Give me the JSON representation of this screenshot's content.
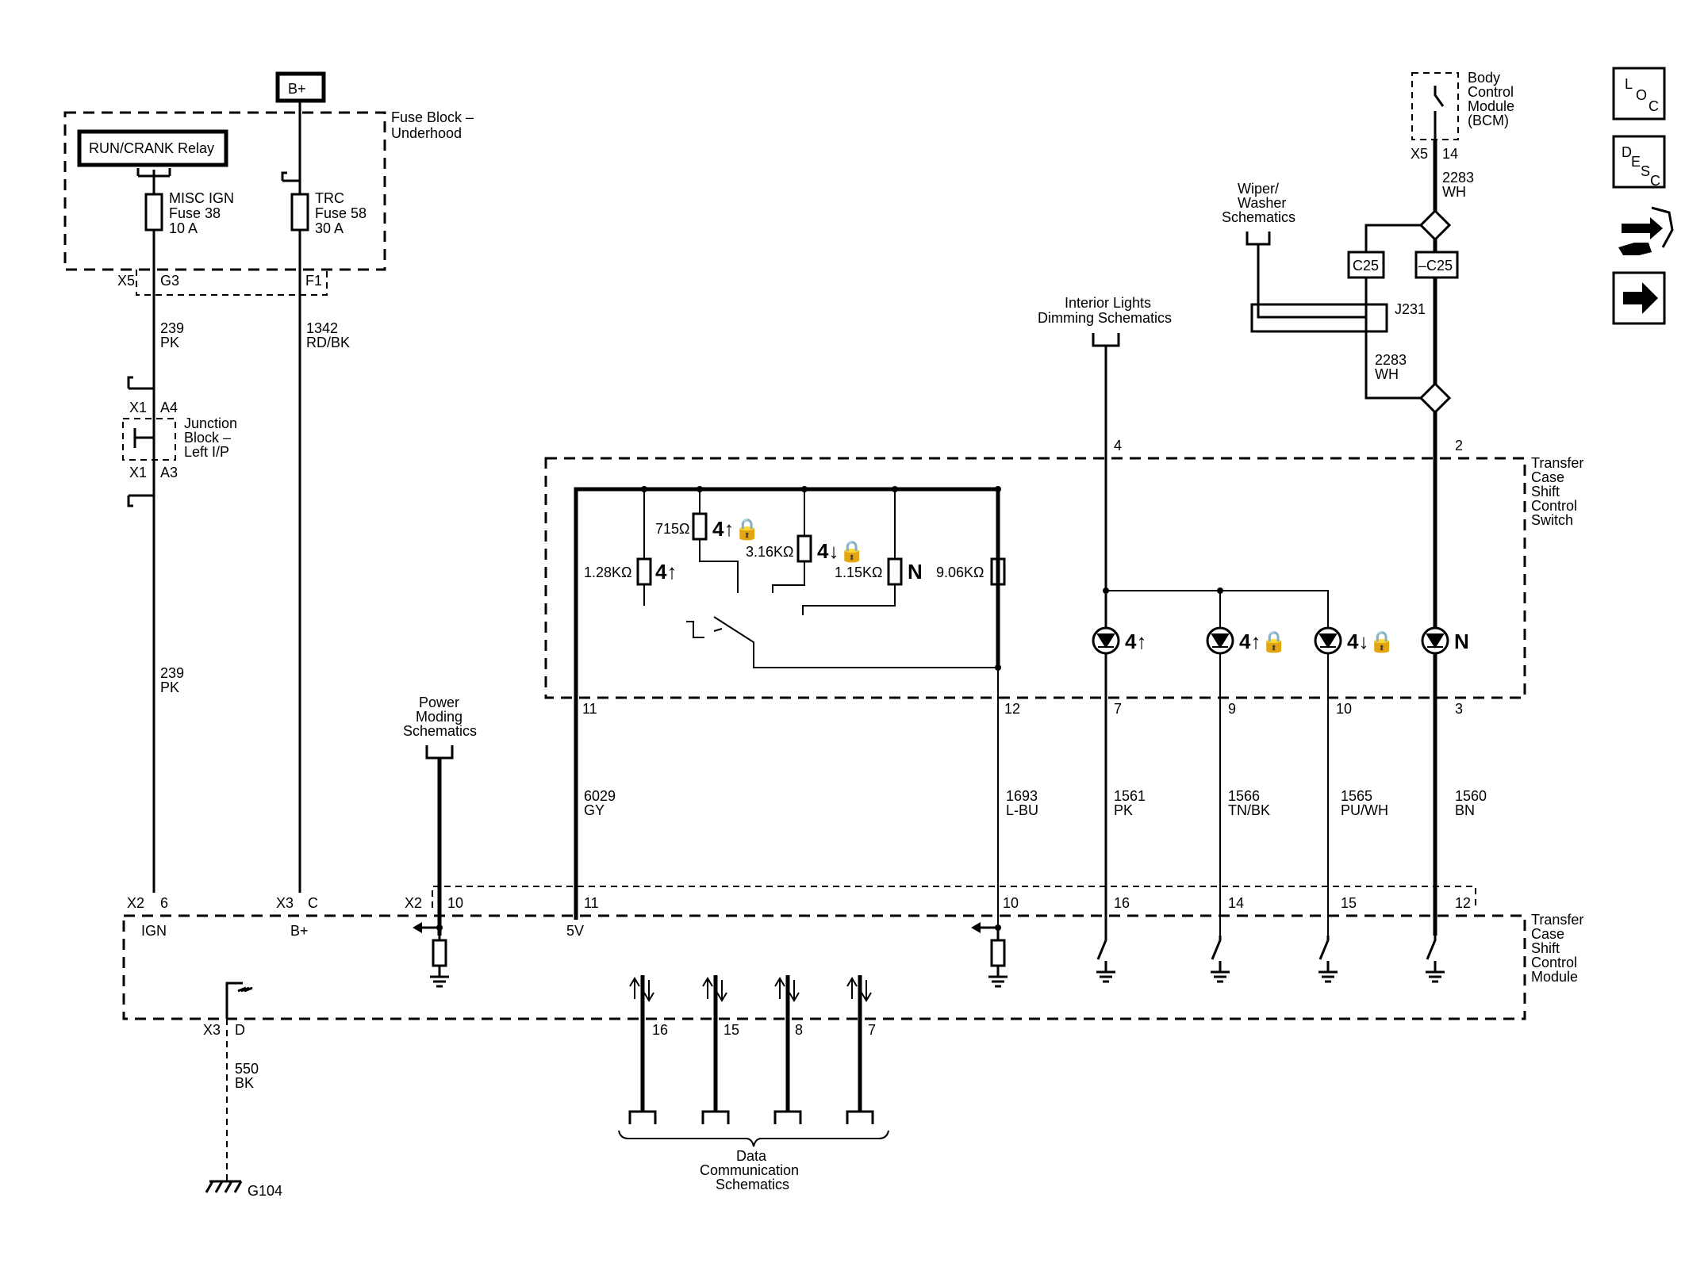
{
  "supply": {
    "bplus": "B+",
    "fuse_block": [
      "Fuse Block –",
      "Underhood"
    ],
    "relay": "RUN/CRANK Relay",
    "fuse38": [
      "MISC IGN",
      "Fuse 38",
      "10 A"
    ],
    "fuse58": [
      "TRC",
      "Fuse 58",
      "30 A"
    ],
    "x5": "X5",
    "g3": "G3",
    "f1": "F1",
    "wire239": [
      "239",
      "PK"
    ],
    "wire1342": [
      "1342",
      "RD/BK"
    ],
    "junction": [
      "Junction",
      "Block –",
      "Left I/P"
    ],
    "x1a4": "X1",
    "a4": "A4",
    "x1a3": "X1",
    "a3": "A3"
  },
  "bcm": {
    "label": [
      "Body",
      "Control",
      "Module",
      "(BCM)"
    ],
    "x5": "X5",
    "pin14": "14",
    "wire2283": [
      "2283",
      "WH"
    ],
    "wiper": [
      "Wiper/",
      "Washer",
      "Schematics"
    ],
    "c25a": "C25",
    "c25b": "–C25",
    "j231": "J231",
    "wire2283b": [
      "2283",
      "WH"
    ],
    "interior": [
      "Interior Lights",
      "Dimming Schematics"
    ]
  },
  "switch": {
    "label": [
      "Transfer",
      "Case",
      "Shift",
      "Control",
      "Switch"
    ],
    "pin4": "4",
    "pin2": "2",
    "r715": "715Ω",
    "m4hl": "4↑🔒",
    "r316": "3.16KΩ",
    "m4ll": "4↓🔒",
    "r128": "1.28KΩ",
    "m4h": "4↑",
    "r115": "1.15KΩ",
    "mn": "N",
    "r906": "9.06KΩ",
    "leds": [
      "4↑",
      "4↑🔒",
      "4↓🔒",
      "N"
    ],
    "pins_bottom": [
      "11",
      "12",
      "7",
      "9",
      "10",
      "3"
    ]
  },
  "wires": {
    "w6029": [
      "6029",
      "GY"
    ],
    "w1693": [
      "1693",
      "L-BU"
    ],
    "w1561": [
      "1561",
      "PK"
    ],
    "w1566": [
      "1566",
      "TN/BK"
    ],
    "w1565": [
      "1565",
      "PU/WH"
    ],
    "w1560": [
      "1560",
      "BN"
    ],
    "w239b": [
      "239",
      "PK"
    ],
    "power": [
      "Power",
      "Moding",
      "Schematics"
    ]
  },
  "module": {
    "label": [
      "Transfer",
      "Case",
      "Shift",
      "Control",
      "Module"
    ],
    "x2a": "X2",
    "p6": "6",
    "ign": "IGN",
    "x3a": "X3",
    "pc": "C",
    "bplus": "B+",
    "x2b": "X2",
    "p10a": "10",
    "p11": "11",
    "v5": "5V",
    "p10b": "10",
    "p16": "16",
    "p14": "14",
    "p15": "15",
    "p12": "12",
    "data_pins": [
      "16",
      "15",
      "8",
      "7"
    ],
    "x3b": "X3",
    "pd": "D",
    "wire550": [
      "550",
      "BK"
    ],
    "g104": "G104",
    "data": [
      "Data",
      "Communication",
      "Schematics"
    ]
  },
  "nav": {
    "loc": [
      "L",
      "O",
      "C"
    ],
    "desc": [
      "D",
      "E",
      "S",
      "C"
    ]
  }
}
